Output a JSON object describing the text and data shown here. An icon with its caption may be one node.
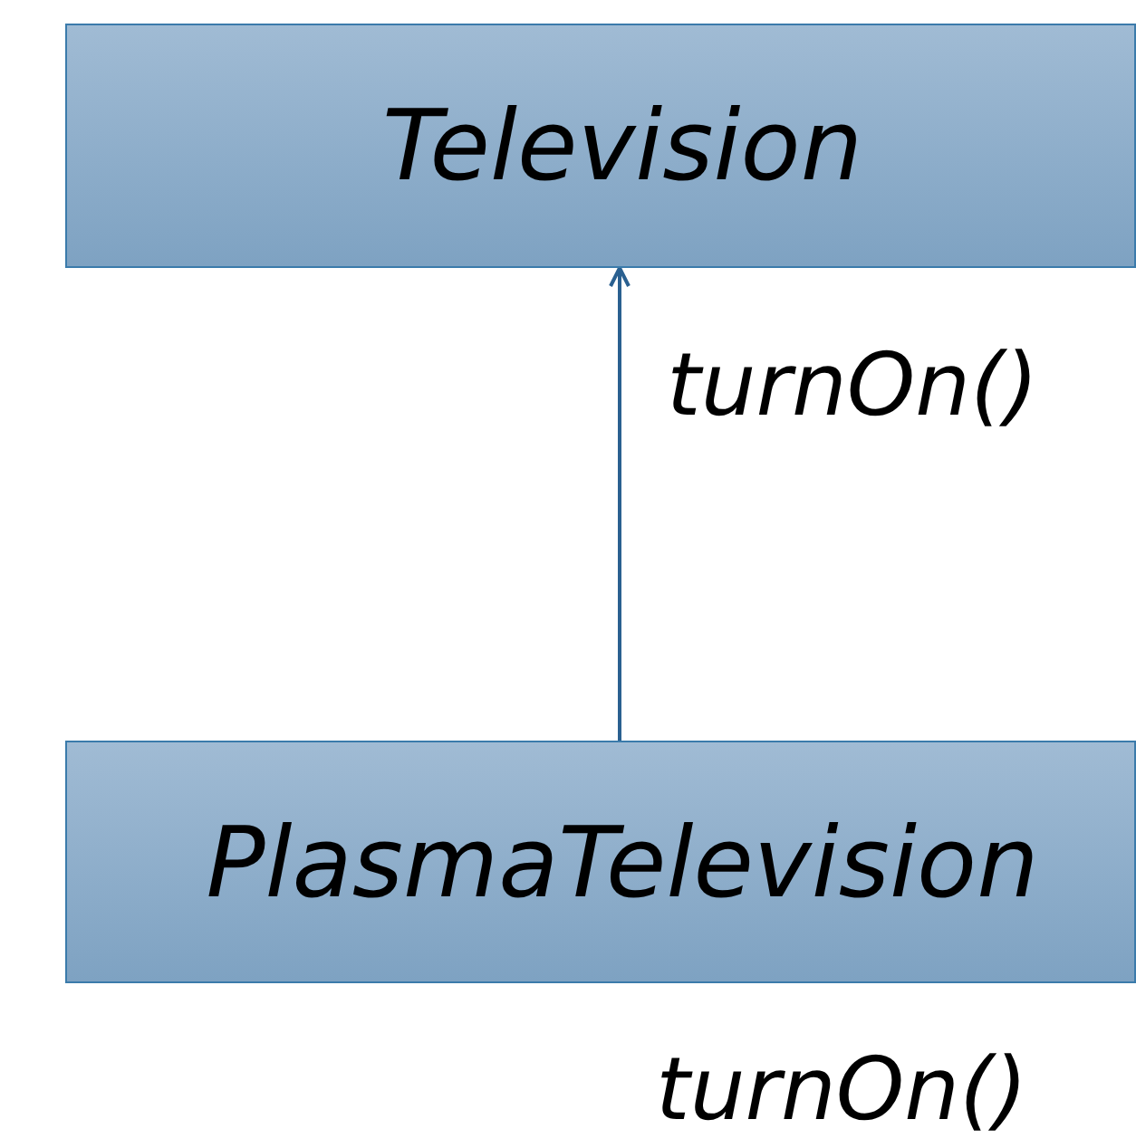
{
  "diagram": {
    "nodes": [
      {
        "text": [
          "Television"
        ],
        "beside": [
          "turnOn()"
        ]
      },
      {
        "text": [
          "PlasmaTelevision"
        ],
        "beside": [
          "turnOn()"
        ]
      }
    ],
    "edges": [
      {
        "from": 1,
        "to": 0,
        "arrow": "to"
      }
    ]
  }
}
